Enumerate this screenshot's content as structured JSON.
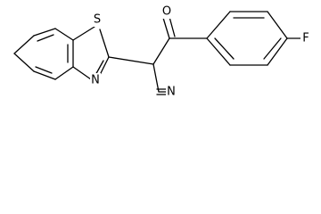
{
  "structure": {
    "atom_labels": {
      "sulfur": "S",
      "nitrogen_ring": "N",
      "oxygen": "O",
      "fluorine": "F",
      "nitrile_nitrogen": "N"
    }
  }
}
